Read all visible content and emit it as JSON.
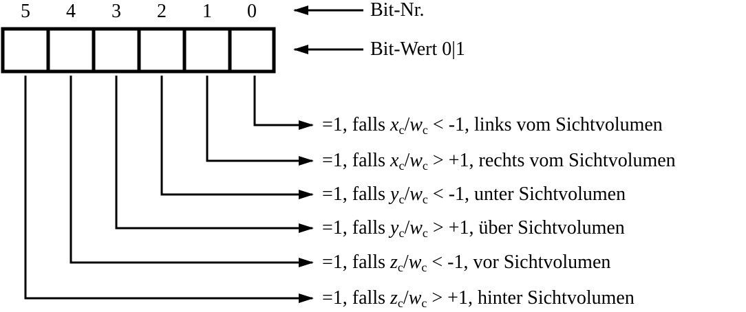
{
  "bit_numbers": [
    "5",
    "4",
    "3",
    "2",
    "1",
    "0"
  ],
  "labels": {
    "bit_nr": "Bit-Nr.",
    "bit_wert": "Bit-Wert 0|1"
  },
  "conditions": [
    {
      "bit": "0",
      "prefix": "=1, falls ",
      "var": "x",
      "sub1": "c",
      "slash": "/",
      "den": "w",
      "sub2": "c",
      "op": " < -1, ",
      "text": "links vom Sichtvolumen"
    },
    {
      "bit": "1",
      "prefix": "=1, falls ",
      "var": "x",
      "sub1": "c",
      "slash": "/",
      "den": "w",
      "sub2": "c",
      "op": " > +1, ",
      "text": "rechts vom Sichtvolumen"
    },
    {
      "bit": "2",
      "prefix": "=1, falls ",
      "var": "y",
      "sub1": "c",
      "slash": "/",
      "den": "w",
      "sub2": "c",
      "op": " < -1, ",
      "text": "unter Sichtvolumen"
    },
    {
      "bit": "3",
      "prefix": "=1, falls ",
      "var": "y",
      "sub1": "c",
      "slash": "/",
      "den": "w",
      "sub2": "c",
      "op": " > +1, ",
      "text": "über Sichtvolumen"
    },
    {
      "bit": "4",
      "prefix": "=1, falls ",
      "var": "z",
      "sub1": "c",
      "slash": "/",
      "den": "w",
      "sub2": "c",
      "op": " < -1, ",
      "text": "vor Sichtvolumen"
    },
    {
      "bit": "5",
      "prefix": "=1, falls ",
      "var": "z",
      "sub1": "c",
      "slash": "/",
      "den": "w",
      "sub2": "c",
      "op": " > +1, ",
      "text": "hinter Sichtvolumen"
    }
  ]
}
